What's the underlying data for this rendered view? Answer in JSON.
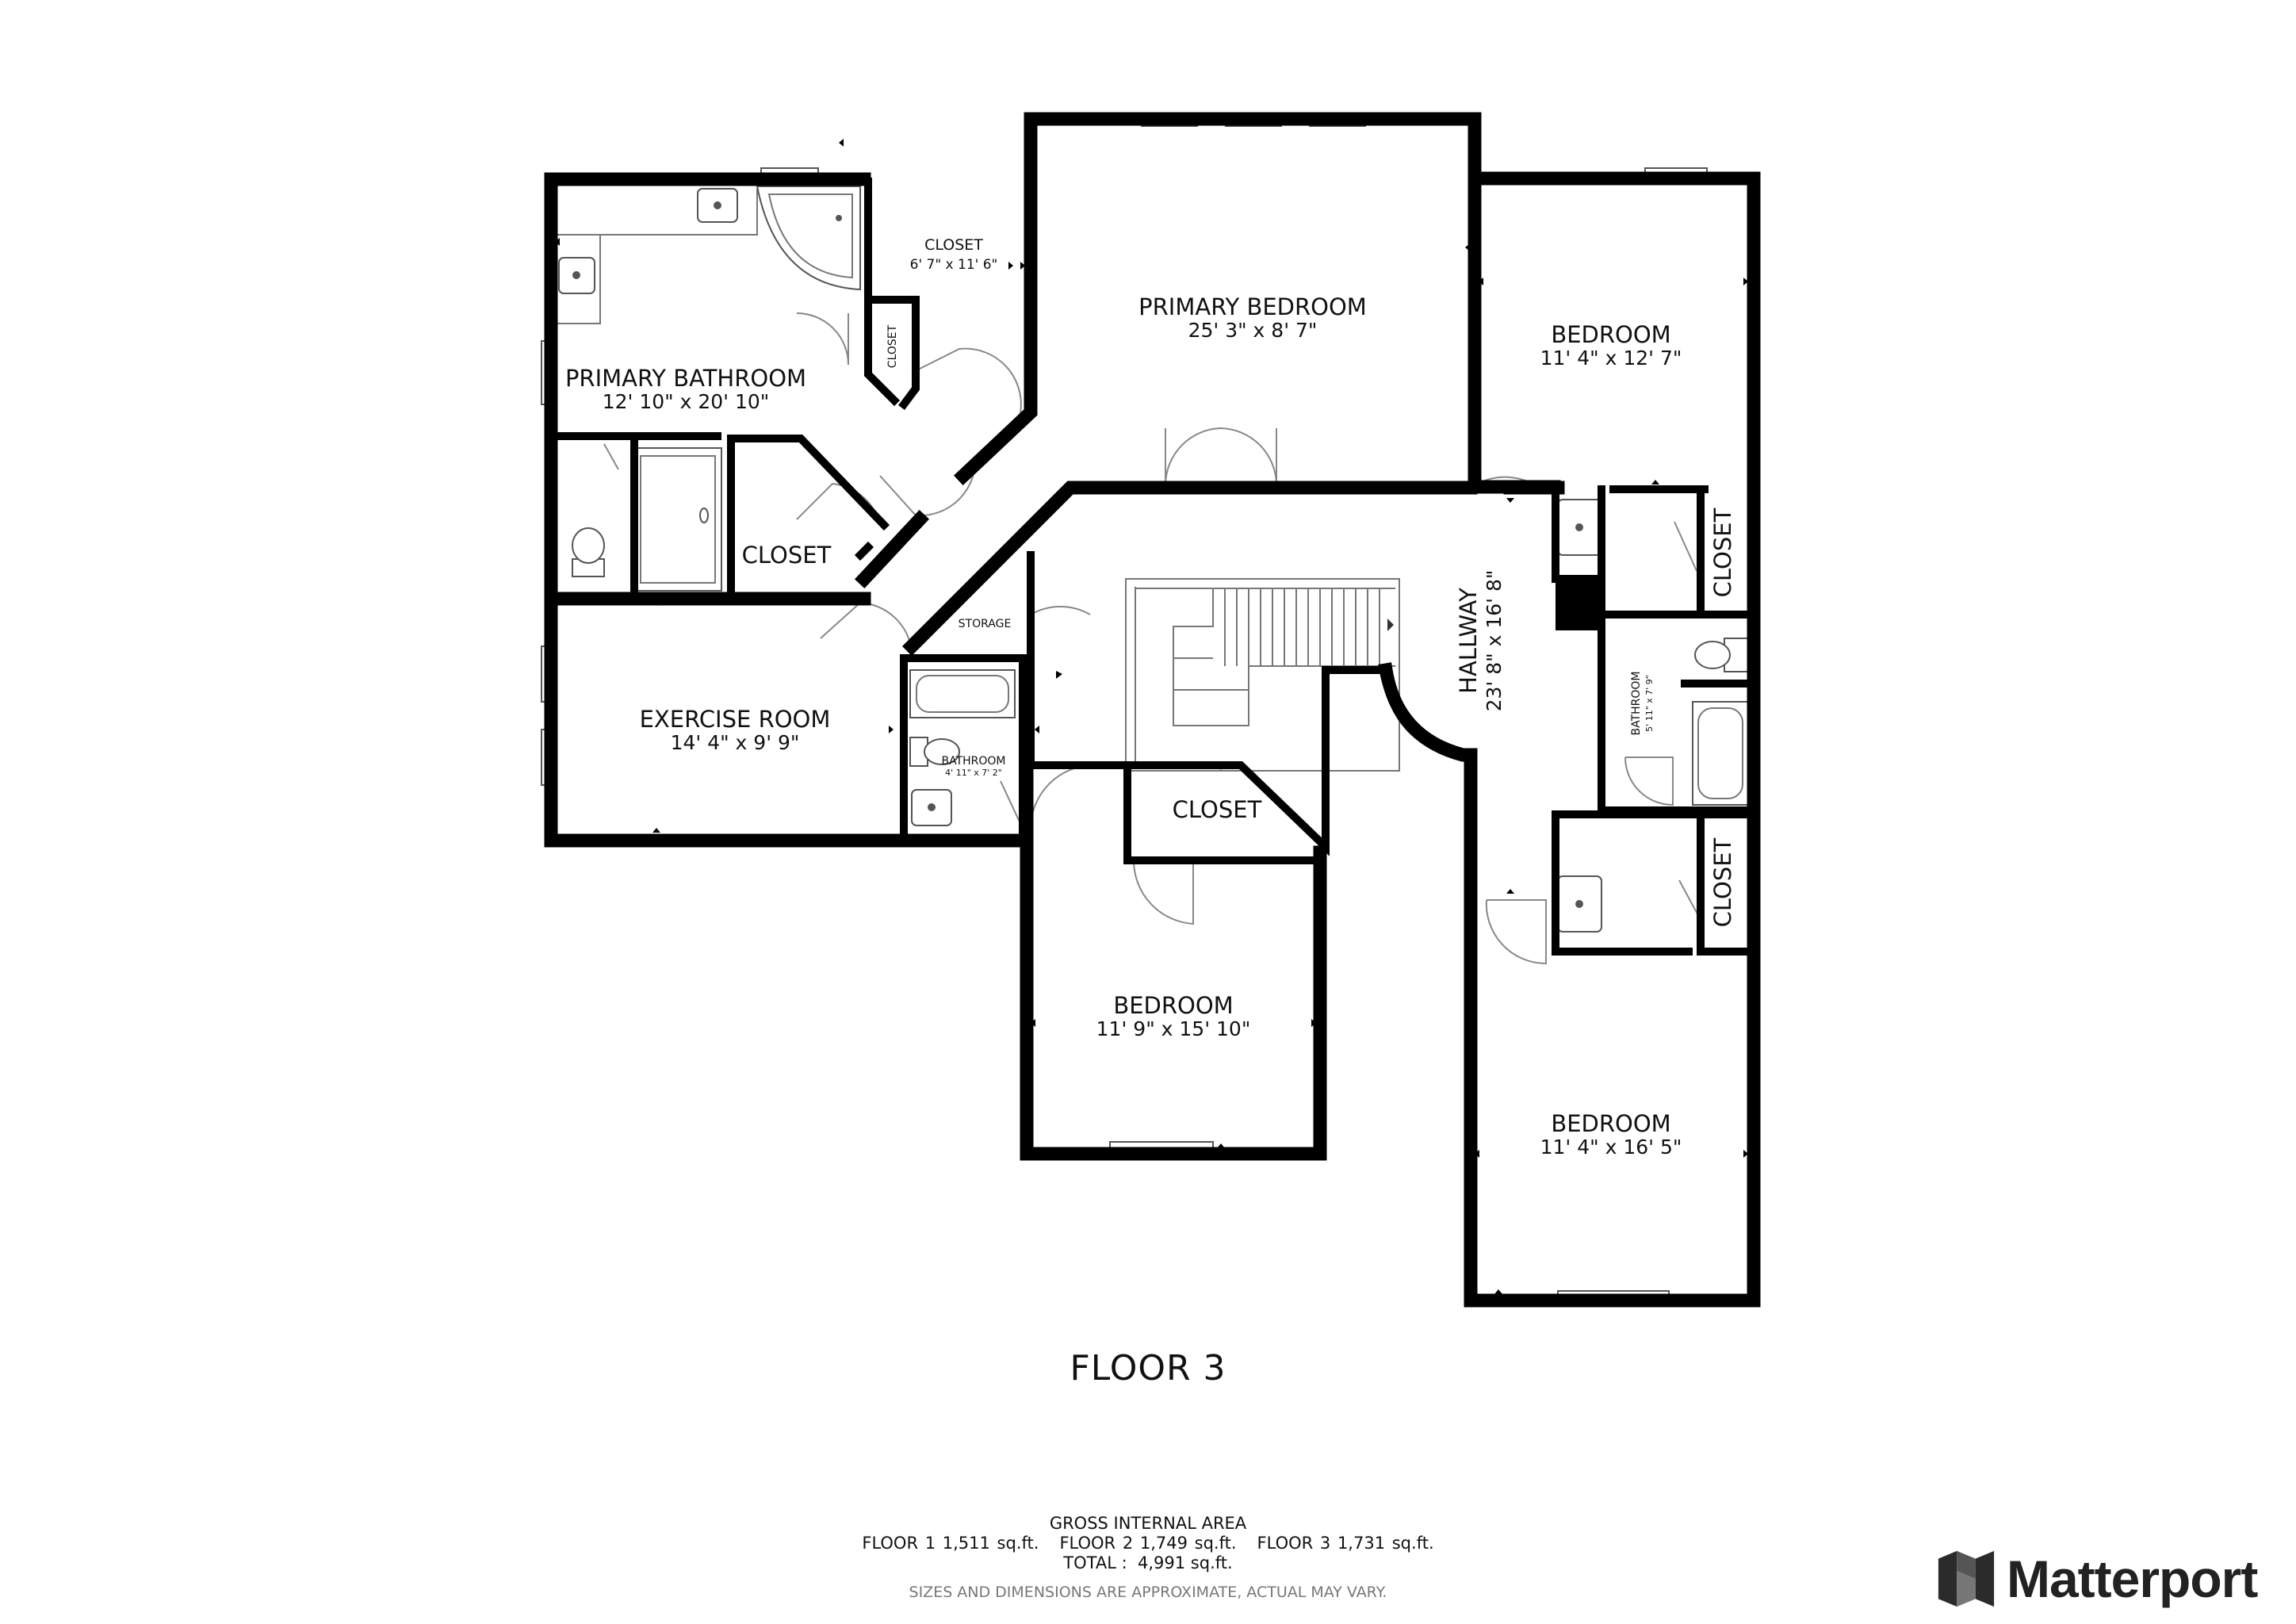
{
  "rooms": {
    "primary_bathroom": {
      "name": "PRIMARY BATHROOM",
      "dims": "12' 10\" x 20' 10\""
    },
    "closet_upper": {
      "name": "CLOSET",
      "dims": "6' 7\" x 11' 6\""
    },
    "closet_tiny": {
      "name": "CLOSET"
    },
    "primary_bedroom": {
      "name": "PRIMARY BEDROOM",
      "dims": "25' 3\" x 8' 7\""
    },
    "bedroom_ne": {
      "name": "BEDROOM",
      "dims": "11' 4\" x 12' 7\""
    },
    "closet_bath": {
      "name": "CLOSET"
    },
    "storage": {
      "name": "STORAGE"
    },
    "exercise_room": {
      "name": "EXERCISE ROOM",
      "dims": "14' 4\" x 9' 9\""
    },
    "bathroom_small": {
      "name": "BATHROOM",
      "dims": "4' 11\" x 7' 2\""
    },
    "closet_center": {
      "name": "CLOSET"
    },
    "hallway": {
      "name": "HALLWAY",
      "dims": "23' 8\" x 16' 8\""
    },
    "closet_right_upper": {
      "name": "CLOSET"
    },
    "bathroom_right": {
      "name": "BATHROOM",
      "dims": "5' 11\" x 7' 9\""
    },
    "closet_right_lower": {
      "name": "CLOSET"
    },
    "bedroom_center": {
      "name": "BEDROOM",
      "dims": "11' 9\" x 15' 10\""
    },
    "bedroom_se": {
      "name": "BEDROOM",
      "dims": "11' 4\" x 16' 5\""
    }
  },
  "floor_label": "FLOOR 3",
  "area": {
    "title": "GROSS INTERNAL AREA",
    "floors": "FLOOR 1 1,511 sq.ft.   FLOOR 2 1,749 sq.ft.   FLOOR 3 1,731 sq.ft.",
    "total": "TOTAL :  4,991 sq.ft.",
    "note": "SIZES AND DIMENSIONS ARE APPROXIMATE, ACTUAL MAY VARY."
  },
  "brand": {
    "name": "Matterport",
    "color": "#222222"
  },
  "icons": [
    "matterport-logo-icon",
    "sink-icon",
    "toilet-icon",
    "bathtub-icon",
    "shower-icon",
    "stairs-icon",
    "door-icon",
    "window-icon"
  ]
}
